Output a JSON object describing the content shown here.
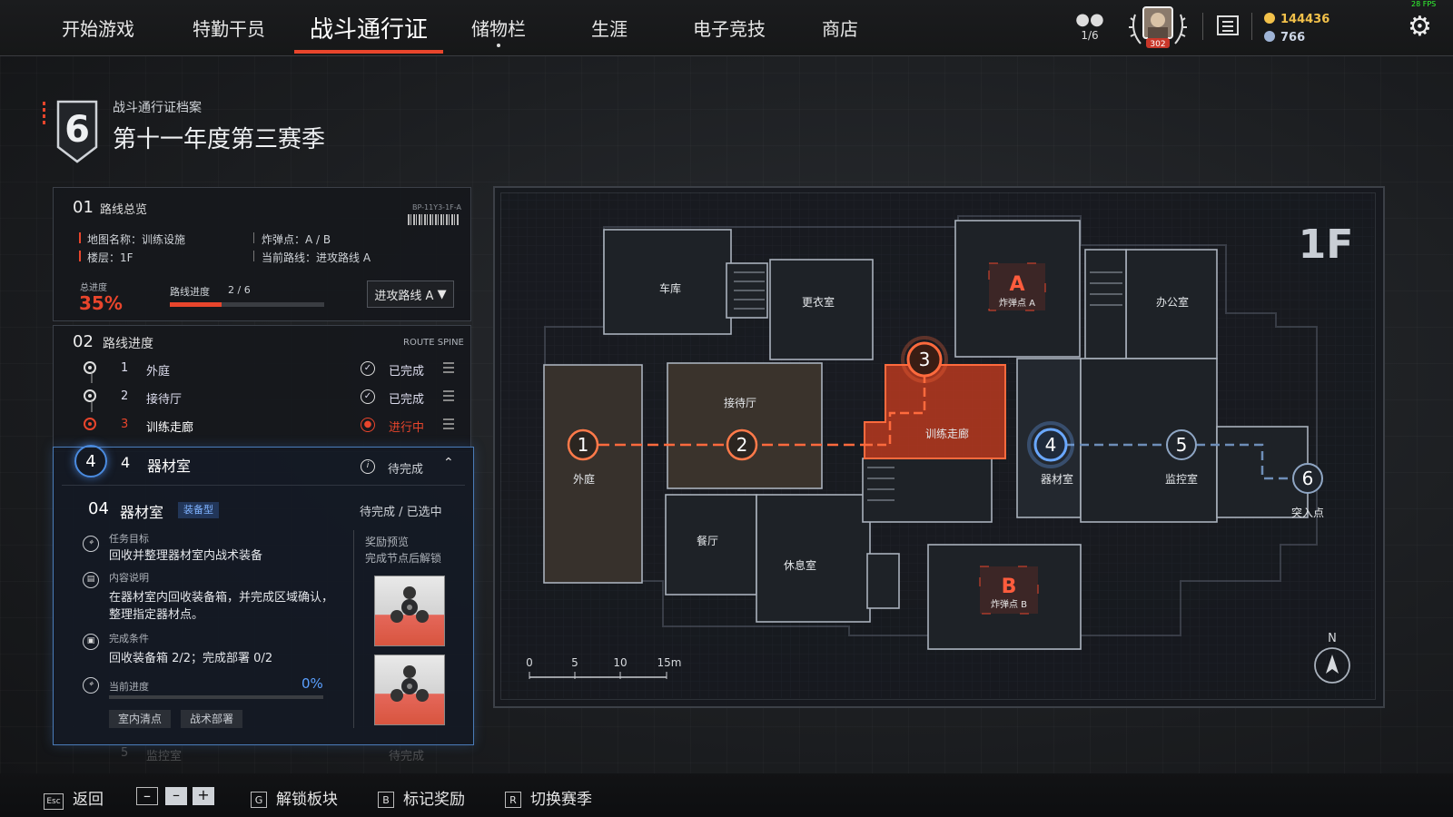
{
  "nav": {
    "items": [
      "开始游戏",
      "特勤干员",
      "战斗通行证",
      "储物栏",
      "生涯",
      "电子竞技",
      "商店"
    ],
    "active_index": 2
  },
  "topbar": {
    "party_count": "1/6",
    "player_level": "302",
    "gold": "144436",
    "credits": "766",
    "fps": "28 FPS"
  },
  "header": {
    "season_number": "6",
    "subtitle": "战斗通行证档案",
    "title": "第十一年度第三赛季"
  },
  "overview": {
    "num": "01",
    "title": "路线总览",
    "code": "BP-11Y3-1F-A",
    "map_label": "地图名称：训练设施",
    "floor_label": "楼层：1F",
    "bomb_label": "炸弹点：A / B",
    "route_label": "当前路线：进攻路线 A",
    "total_label": "总进度",
    "total_pct": "35%",
    "total_progress": 0.35,
    "route_progress_label": "路线进度",
    "route_progress_value": "2 / 6",
    "route_progress": 0.333,
    "dropdown": "进攻路线 A"
  },
  "spine": {
    "num": "02",
    "title": "路线进度",
    "tag": "ROUTE SPINE",
    "steps": [
      {
        "n": "1",
        "name": "外庭",
        "status": "已完成"
      },
      {
        "n": "2",
        "name": "接待厅",
        "status": "已完成"
      },
      {
        "n": "3",
        "name": "训练走廊",
        "status": "进行中"
      }
    ]
  },
  "selected": {
    "n": "4",
    "name": "器材室",
    "status": "待完成",
    "detail_num": "04",
    "detail_name": "器材室",
    "type_tag": "装备型",
    "detail_state": "待完成 / 已选中",
    "goal_label": "任务目标",
    "goal_text": "回收并整理器材室内战术装备",
    "desc_label": "内容说明",
    "desc_line1": "在器材室内回收装备箱，并完成区域确认，",
    "desc_line2": "整理指定器材点。",
    "cond_label": "完成条件",
    "cond_text": "回收装备箱 2/2；完成部署 0/2",
    "prog_label": "当前进度",
    "prog_pct": "0%",
    "progress": 0.0,
    "reward_label": "奖励预览",
    "reward_sub": "完成节点后解锁",
    "chips": [
      "室内清点",
      "战术部署"
    ]
  },
  "next_step": {
    "n": "5",
    "name": "监控室",
    "status": "待完成"
  },
  "map": {
    "floor": "1F",
    "rooms": [
      "车库",
      "更衣室",
      "办公室",
      "接待厅",
      "训练走廊",
      "外庭",
      "器材室",
      "监控室",
      "突入点",
      "餐厅",
      "休息室"
    ],
    "bomb_a": {
      "letter": "A",
      "label": "炸弹点 A"
    },
    "bomb_b": {
      "letter": "B",
      "label": "炸弹点 B"
    },
    "nodes": [
      "1",
      "2",
      "3",
      "4",
      "5",
      "6"
    ],
    "scale": [
      "0",
      "5",
      "10",
      "15m"
    ],
    "north": "N"
  },
  "bottom": {
    "back_key": "Esc",
    "back": "返回",
    "unlock_key": "G",
    "unlock": "解锁板块",
    "mark_key": "B",
    "mark": "标记奖励",
    "switch_key": "R",
    "switch": "切换赛季"
  },
  "colors": {
    "accent": "#e8452c",
    "select_blue": "#4a8be0",
    "gold": "#f2c14a"
  }
}
